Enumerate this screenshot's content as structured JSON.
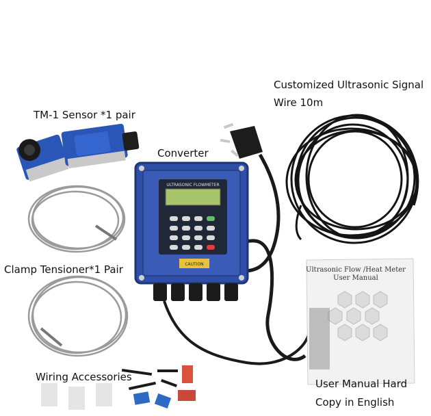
{
  "labels": {
    "sensor": "TM-1 Sensor *1 pair",
    "converter": "Converter",
    "signal_wire_line1": "Customized Ultrasonic Signal",
    "signal_wire_line2": "Wire 10m",
    "clamp": "Clamp Tensioner*1 Pair",
    "wiring": "Wiring Accessories",
    "manual_line1": "User Manual Hard",
    "manual_line2": "Copy in English"
  },
  "device": {
    "screen_title": "ULTRASONIC FLOWMETER",
    "caution": "CAUTION"
  },
  "manual": {
    "title_line1": "Ultrasonic Flow /Heat Meter",
    "title_line2": "User Manual"
  },
  "colors": {
    "device_blue": "#2f4fa6",
    "sensor_blue": "#2a56b8",
    "lcd_green": "#a8c46a",
    "cable": "#1a1a1a"
  }
}
